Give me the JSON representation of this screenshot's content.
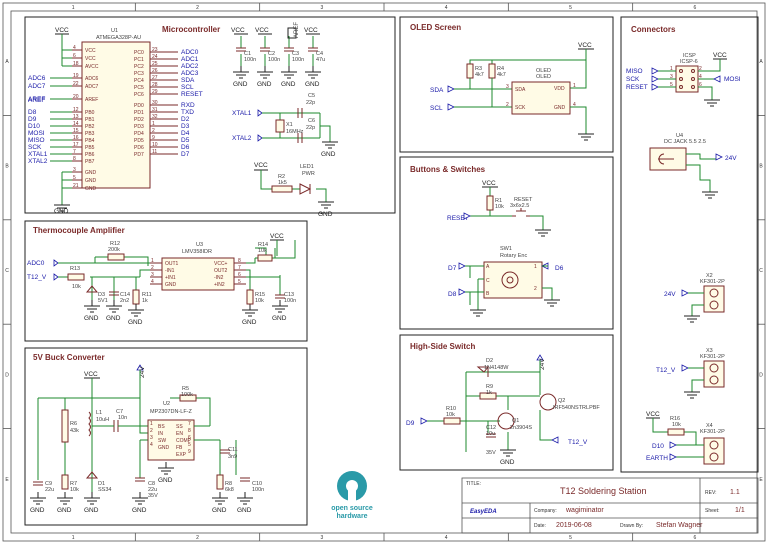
{
  "frame": {
    "columns": [
      "1",
      "2",
      "3",
      "4",
      "5",
      "6"
    ],
    "rows": [
      "A",
      "B",
      "C",
      "D",
      "E"
    ]
  },
  "sections": {
    "microcontroller": "Microcontroller",
    "oled": "OLED Screen",
    "connectors": "Connectors",
    "buttons": "Buttons & Switches",
    "thermo": "Thermocouple Amplifier",
    "buck": "5V Buck Converter",
    "highside": "High-Side Switch"
  },
  "power": {
    "vcc": "VCC",
    "v24": "24V"
  },
  "mcu": {
    "ref": "U1",
    "value": "ATMEGA328P-AU",
    "left_pins": [
      {
        "net": "",
        "num": "4",
        "name": "VCC"
      },
      {
        "net": "",
        "num": "6",
        "name": "VCC"
      },
      {
        "net": "",
        "num": "18",
        "name": "AVCC"
      },
      {
        "net": "ADC6",
        "num": "19",
        "name": "ADC6"
      },
      {
        "net": "ADC7",
        "num": "22",
        "name": "ADC7"
      },
      {
        "net": "AREF",
        "num": "20",
        "name": "AREF"
      },
      {
        "net": "D8",
        "num": "12",
        "name": "PB0"
      },
      {
        "net": "D9",
        "num": "13",
        "name": "PB1"
      },
      {
        "net": "D10",
        "num": "14",
        "name": "PB2"
      },
      {
        "net": "MOSI",
        "num": "15",
        "name": "PB3"
      },
      {
        "net": "MISO",
        "num": "16",
        "name": "PB4"
      },
      {
        "net": "SCK",
        "num": "17",
        "name": "PB5"
      },
      {
        "net": "XTAL1",
        "num": "7",
        "name": "PB6"
      },
      {
        "net": "XTAL2",
        "num": "8",
        "name": "PB7"
      },
      {
        "net": "",
        "num": "3",
        "name": "GND"
      },
      {
        "net": "",
        "num": "5",
        "name": "GND"
      },
      {
        "net": "",
        "num": "21",
        "name": "GND"
      }
    ],
    "right_pins": [
      {
        "name": "PC0",
        "num": "23",
        "net": "ADC0"
      },
      {
        "name": "PC1",
        "num": "24",
        "net": "ADC1"
      },
      {
        "name": "PC2",
        "num": "25",
        "net": "ADC2"
      },
      {
        "name": "PC3",
        "num": "26",
        "net": "ADC3"
      },
      {
        "name": "PC4",
        "num": "27",
        "net": "SDA"
      },
      {
        "name": "PC5",
        "num": "28",
        "net": "SCL"
      },
      {
        "name": "PC6",
        "num": "29",
        "net": "RESET"
      },
      {
        "name": "PD0",
        "num": "30",
        "net": "RXD"
      },
      {
        "name": "PD1",
        "num": "31",
        "net": "TXD"
      },
      {
        "name": "PD2",
        "num": "32",
        "net": "D2"
      },
      {
        "name": "PD3",
        "num": "1",
        "net": "D3"
      },
      {
        "name": "PD4",
        "num": "2",
        "net": "D4"
      },
      {
        "name": "PD5",
        "num": "9",
        "net": "D5"
      },
      {
        "name": "PD6",
        "num": "10",
        "net": "D6"
      },
      {
        "name": "PD7",
        "num": "11",
        "net": "D7"
      }
    ]
  },
  "decoupling": [
    {
      "ref": "C1",
      "value": "100n"
    },
    {
      "ref": "C2",
      "value": "100n"
    },
    {
      "ref": "C3",
      "value": "100n"
    },
    {
      "ref": "C4",
      "value": "47u"
    }
  ],
  "crystal": {
    "ref": "X1",
    "value": "16MHz",
    "c5": {
      "ref": "C5",
      "value": "22p"
    },
    "c6": {
      "ref": "C6",
      "value": "22p"
    },
    "net1": "XTAL1",
    "net2": "XTAL2"
  },
  "aref_label": "AREF",
  "led": {
    "r": {
      "ref": "R2",
      "value": "1k5"
    },
    "led": {
      "ref": "LED1",
      "value": "PWR"
    }
  },
  "oled": {
    "r3": {
      "ref": "R3",
      "value": "4k7"
    },
    "r4": {
      "ref": "R4",
      "value": "4k7"
    },
    "ref": "OLED",
    "value": "OLED",
    "pins": [
      {
        "num": "3",
        "name": "SDA"
      },
      {
        "num": "2",
        "name": "SCK"
      },
      {
        "num": "1",
        "name": "VDD"
      },
      {
        "num": "4",
        "name": "GND"
      }
    ],
    "nets": {
      "sda": "SDA",
      "scl": "SCL"
    }
  },
  "icsp": {
    "ref": "ICSP",
    "value": "ICSP-6",
    "left_nets": [
      "MISO",
      "SCK",
      "RESET"
    ],
    "right_net": "MOSI",
    "left_nums": [
      "1",
      "3",
      "5"
    ],
    "right_nums": [
      "2",
      "4",
      "6"
    ]
  },
  "dcjack": {
    "ref": "U4",
    "value": "DC JACK 5.5 2.5",
    "net": "24V"
  },
  "x2": {
    "ref": "X2",
    "value": "KF301-2P",
    "net": "24V",
    "pins": [
      "1",
      "2"
    ]
  },
  "x3": {
    "ref": "X3",
    "value": "KF301-2P",
    "net": "T12_V",
    "pins": [
      "1",
      "2"
    ]
  },
  "x4": {
    "ref": "X4",
    "value": "KF301-2P",
    "r": {
      "ref": "R16",
      "value": "10k"
    },
    "nets": [
      "D10",
      "EARTH"
    ],
    "pins": [
      "1",
      "2"
    ]
  },
  "buttons": {
    "r1": {
      "ref": "R1",
      "value": "10k"
    },
    "reset": {
      "ref": "RESET",
      "value": "3x6x2.5",
      "net": "RESET"
    },
    "encoder": {
      "ref": "SW1",
      "value": "Rotary Enc",
      "nets": [
        "D7",
        "D8",
        "D6"
      ],
      "pins": [
        "A",
        "C",
        "B",
        "1",
        "2"
      ]
    }
  },
  "thermo": {
    "nets": {
      "adc": "ADC0",
      "t12": "T12_V"
    },
    "r12": {
      "ref": "R12",
      "value": "200k"
    },
    "r13": {
      "ref": "R13",
      "value": "10k"
    },
    "r14": {
      "ref": "R14",
      "value": "10k"
    },
    "r15": {
      "ref": "R15",
      "value": "10k"
    },
    "r11": {
      "ref": "R11",
      "value": "1k"
    },
    "c13": {
      "ref": "C13",
      "value": "100n"
    },
    "c14": {
      "ref": "C14",
      "value": "2n2"
    },
    "d3": {
      "ref": "D3",
      "value": "5V1"
    },
    "opamp": {
      "ref": "U3",
      "value": "LMV358IDR",
      "left": [
        {
          "num": "1",
          "name": "OUT1"
        },
        {
          "num": "2",
          "name": "-IN1"
        },
        {
          "num": "3",
          "name": "+IN1"
        },
        {
          "num": "4",
          "name": "GND"
        }
      ],
      "right": [
        {
          "num": "8",
          "name": "VCC+"
        },
        {
          "num": "7",
          "name": "OUT2"
        },
        {
          "num": "6",
          "name": "-IN2"
        },
        {
          "num": "5",
          "name": "+IN2"
        }
      ]
    }
  },
  "buck": {
    "l1": {
      "ref": "L1",
      "value": "10uH"
    },
    "c7": {
      "ref": "C7",
      "value": "10n"
    },
    "r5": {
      "ref": "R5",
      "value": "100k"
    },
    "r6": {
      "ref": "R6",
      "value": "43k"
    },
    "r7": {
      "ref": "R7",
      "value": "10k"
    },
    "r8": {
      "ref": "R8",
      "value": "6k8"
    },
    "c9": {
      "ref": "C9",
      "value": "22u"
    },
    "c8": {
      "ref": "C8",
      "value": "22u",
      "rating": "35V"
    },
    "c10": {
      "ref": "C10",
      "value": "100n"
    },
    "c11": {
      "ref": "C11",
      "value": "3n9"
    },
    "d1": {
      "ref": "D1",
      "value": "SS34"
    },
    "u2": {
      "ref": "U2",
      "value": "MP2307DN-LF-Z",
      "left": [
        {
          "num": "1",
          "name": "BS"
        },
        {
          "num": "2",
          "name": "IN"
        },
        {
          "num": "3",
          "name": "SW"
        },
        {
          "num": "4",
          "name": "GND"
        }
      ],
      "right": [
        {
          "num": "7",
          "name": "SS"
        },
        {
          "num": "8",
          "name": "EN"
        },
        {
          "num": "6",
          "name": "COMP"
        },
        {
          "num": "5",
          "name": "FB"
        },
        {
          "num": "9",
          "name": "EXP"
        }
      ]
    }
  },
  "highside": {
    "d2": {
      "ref": "D2",
      "value": "1N4148W"
    },
    "r9": {
      "ref": "R9",
      "value": "1k"
    },
    "r10": {
      "ref": "R10",
      "value": "10k"
    },
    "c12": {
      "ref": "C12",
      "value": "10u",
      "rating": "35V"
    },
    "q1": {
      "ref": "Q1",
      "value": "2n3904S"
    },
    "q2": {
      "ref": "Q2",
      "value": "IRF540NSTRLPBF"
    },
    "nets": {
      "in": "D9",
      "out": "T12_V"
    }
  },
  "oshw": {
    "line1": "open source",
    "line2": "hardware"
  },
  "title_block": {
    "title_label": "TITLE:",
    "title": "T12 Soldering Station",
    "rev_label": "REV:",
    "rev": "1.1",
    "company_label": "Company:",
    "company": "wagiminator",
    "sheet_label": "Sheet:",
    "sheet": "1/1",
    "date_label": "Date:",
    "date": "2019-06-08",
    "drawn_label": "Drawn By:",
    "drawn": "Stefan Wagner",
    "logo": "EasyEDA"
  }
}
